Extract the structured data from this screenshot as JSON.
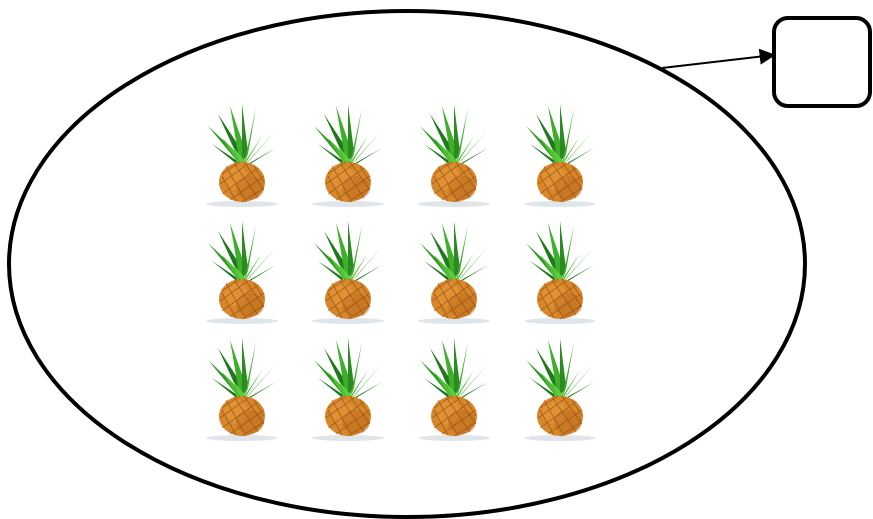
{
  "diagram": {
    "group": {
      "item": "pineapple-icon",
      "rows": 3,
      "columns": 4,
      "count": 12
    },
    "answer_box": {
      "value": ""
    },
    "colors": {
      "outline": "#000000",
      "leaf_dark": "#1e7a1a",
      "leaf_light": "#3fae2a",
      "fruit": "#d8862a",
      "fruit_shadow": "#b86a1c",
      "fruit_pattern": "#8a4b10",
      "shadow": "#d6dde2"
    }
  }
}
